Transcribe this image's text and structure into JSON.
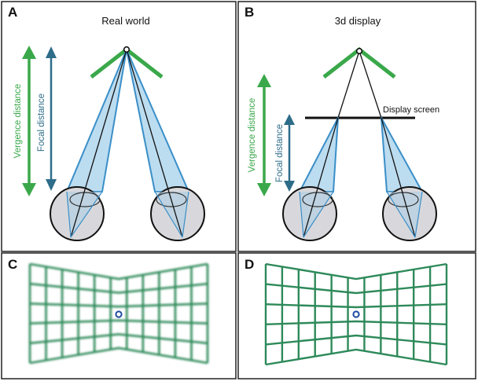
{
  "panels": {
    "a": {
      "letter": "A",
      "title": "Real world"
    },
    "b": {
      "letter": "B",
      "title": "3d display",
      "screen_label": "Display screen"
    },
    "c": {
      "letter": "C"
    },
    "d": {
      "letter": "D"
    }
  },
  "labels": {
    "vergence": "Vergence distance",
    "focal": "Focal distance"
  },
  "colors": {
    "vergence_green": "#3aa84a",
    "focal_blue": "#2e6d8a",
    "grid_green": "#2e8a5a",
    "ray_blue": "#3a8fc8",
    "cone_fill": "#bcdcf0",
    "eye_fill": "#d8d8dc",
    "fixation_blue": "#1f4aa0"
  },
  "icons": {
    "vergence_arrow": "double-headed-arrow",
    "focal_arrow": "double-headed-arrow",
    "eye": "eyeball-circle",
    "fixation": "fixation-point-ring"
  }
}
